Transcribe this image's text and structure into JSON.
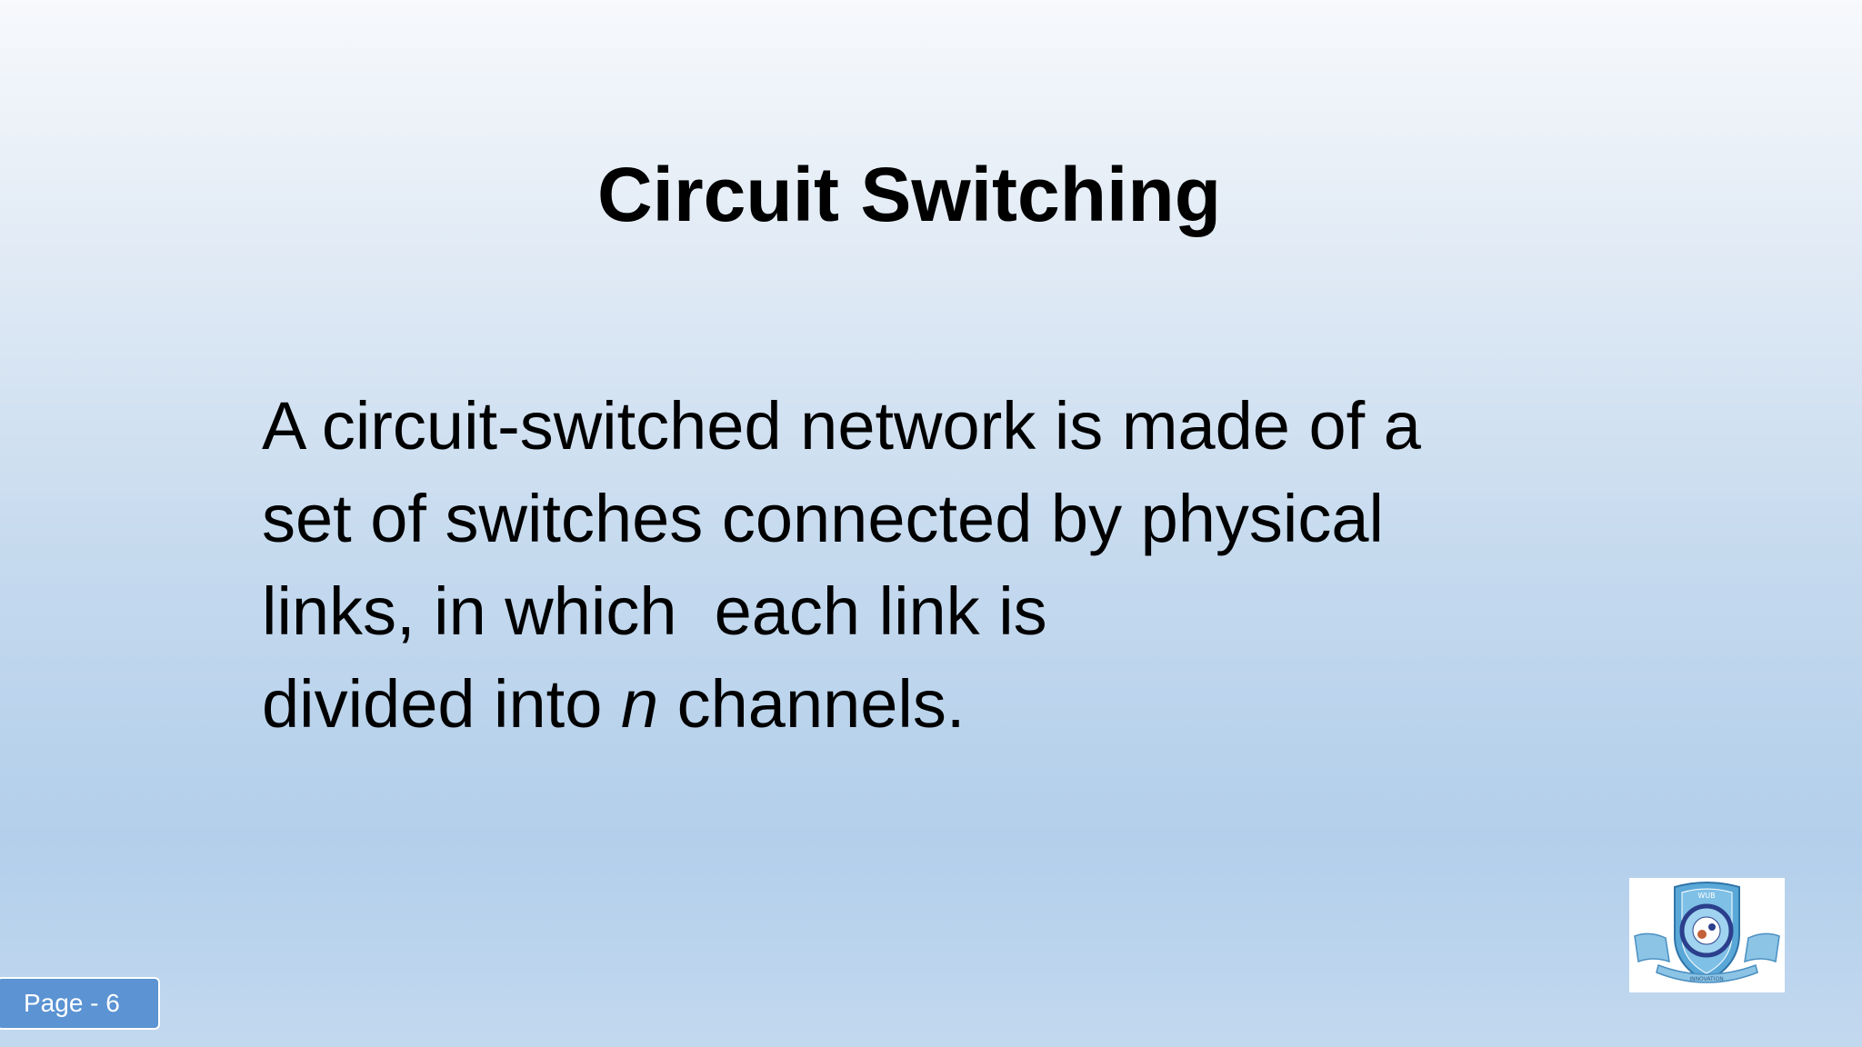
{
  "slide": {
    "title": "Circuit Switching",
    "body": {
      "line1": "A circuit-switched network is made of a",
      "line2": "set of switches connected by physical",
      "line3": "links, in which  each link is",
      "line4_before": "divided into ",
      "line4_var": "n",
      "line4_after": " channels."
    }
  },
  "footer": {
    "page_label": "Page - 6"
  },
  "logo": {
    "icon": "university-crest-logo",
    "text_top": "WUB",
    "text_ribbon": "INNOVATION",
    "colors": {
      "shield": "#5aa8d8",
      "ribbon": "#8cc4e6",
      "center": "#2b3f8c"
    }
  }
}
